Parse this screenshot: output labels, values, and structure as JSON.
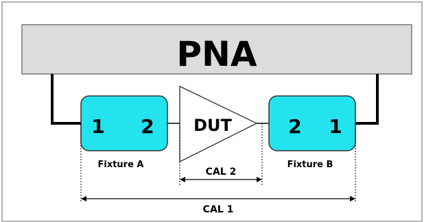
{
  "instrument": {
    "label": "PNA"
  },
  "dut": {
    "label": "DUT"
  },
  "fixture_a": {
    "label": "Fixture A",
    "port_left": "1",
    "port_right": "2"
  },
  "fixture_b": {
    "label": "Fixture B",
    "port_left": "2",
    "port_right": "1"
  },
  "cal_planes": {
    "inner": "CAL 2",
    "outer": "CAL 1"
  },
  "colors": {
    "fixture_fill": "#22E3EE",
    "pna_fill": "#DCDCDC",
    "line": "#000000"
  }
}
